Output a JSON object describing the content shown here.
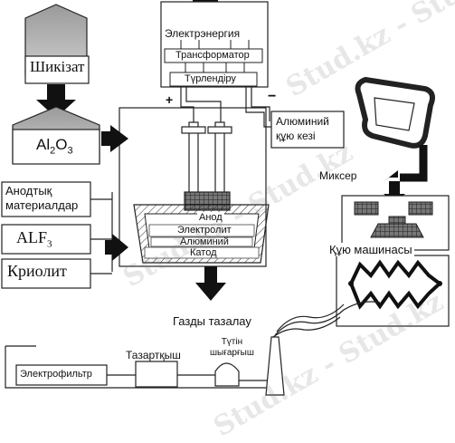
{
  "top": {
    "energy": "Электрэнергия",
    "transformer": "Трансформатор",
    "rectifier": "Түрлендіру",
    "plus": "+",
    "minus": "−"
  },
  "inputs": {
    "raw_material": "Шикізат",
    "alumina_main": "Al",
    "alumina_sub1": "2",
    "alumina_mid": "O",
    "alumina_sub2": "3",
    "anode_materials_line1": "Анодтық",
    "anode_materials_line2": "материалдар",
    "alf_main": "ALF",
    "alf_sub": "3",
    "cryolite": "Криолит"
  },
  "cell": {
    "anode": "Анод",
    "electrolyte": "Электролит",
    "aluminium": "Алюминий",
    "cathode": "Катод"
  },
  "right": {
    "ladle_line1": "Алюминий",
    "ladle_line2": "құю кезі",
    "mixer": "Миксер",
    "casting": "Құю машинасы"
  },
  "bottom": {
    "gas_cleaning": "Газды тазалау",
    "electrofilter": "Электрофильтр",
    "scrubber": "Тазартқыш",
    "stack_line1": "Түтін",
    "stack_line2": "шығарғыш"
  },
  "watermark": "Stud.kz - Stud.kz"
}
